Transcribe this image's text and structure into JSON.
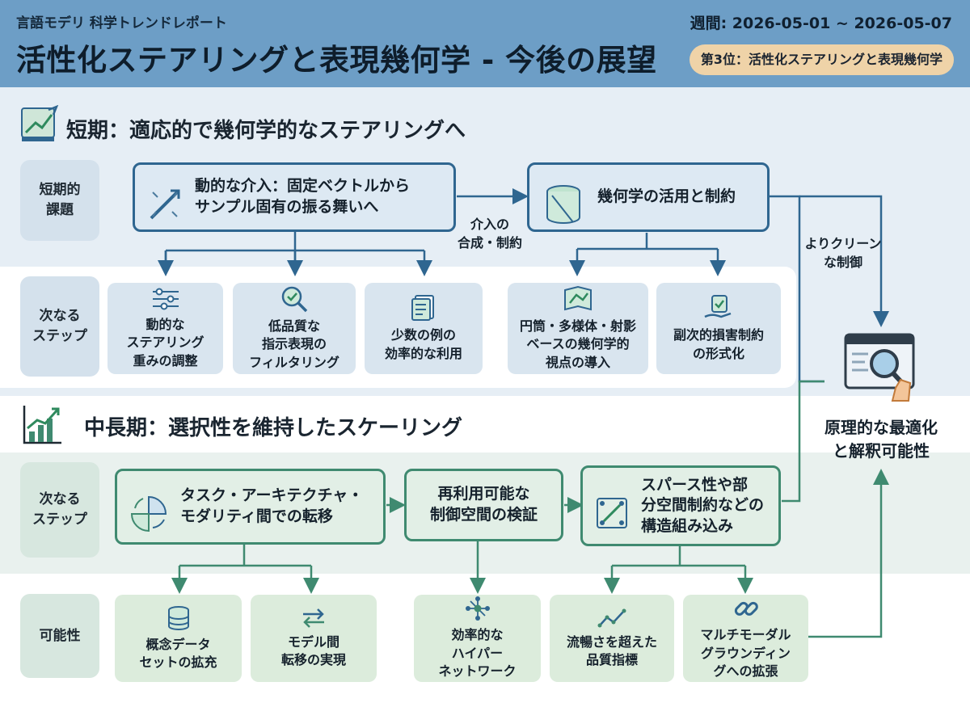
{
  "header": {
    "brand": "言語モデリ 科学トレンドレポート",
    "title": "活性化ステアリングと表現幾何学 - 今後の展望",
    "period": "週間: 2026-05-01 ~ 2026-05-07",
    "rank_badge": "第3位：活性化ステアリングと表現幾何学"
  },
  "short_term": {
    "title": "短期：適応的で幾何学的なステアリングへ",
    "row_label_challenge": "短期的\n課題",
    "row_label_next": "次なる\nステップ",
    "box_dynamic": "動的な介入：固定ベクトルから\nサンプル固有の振る舞いへ",
    "box_geometry": "幾何学の活用と制約",
    "connector_label": "介入の\n合成・制約",
    "cards": [
      "動的な\nステアリング\n重みの調整",
      "低品質な\n指示表現の\nフィルタリング",
      "少数の例の\n効率的な利用",
      "円筒・多様体・射影\nベースの幾何学的\n視点の導入",
      "副次的損害制約\nの形式化"
    ]
  },
  "mid_term": {
    "title": "中長期：選択性を維持したスケーリング",
    "row_label_next": "次なる\nステップ",
    "row_label_possibility": "可能性",
    "box_transfer": "タスク・アーキテクチャ・\nモダリティ間での転移",
    "box_reuse": "再利用可能な\n制御空間の検証",
    "box_sparse": "スパース性や部\n分空間制約などの\n構造組み込み",
    "cards": [
      "概念データ\nセットの拡充",
      "モデル間\n転移の実現",
      "効率的な\nハイパー\nネットワーク",
      "流暢さを超えた\n品質指標",
      "マルチモーダル\nグラウンディン\nグへの拡張"
    ]
  },
  "right": {
    "cleaner_label": "よりクリーン\nな制御",
    "goal": "原理的な最適化\nと解釈可能性"
  },
  "colors": {
    "header_bg": "#6d9ec6",
    "blue_accent": "#2f6690",
    "green_accent": "#3f8a70",
    "badge_bg": "#efd3a8"
  }
}
